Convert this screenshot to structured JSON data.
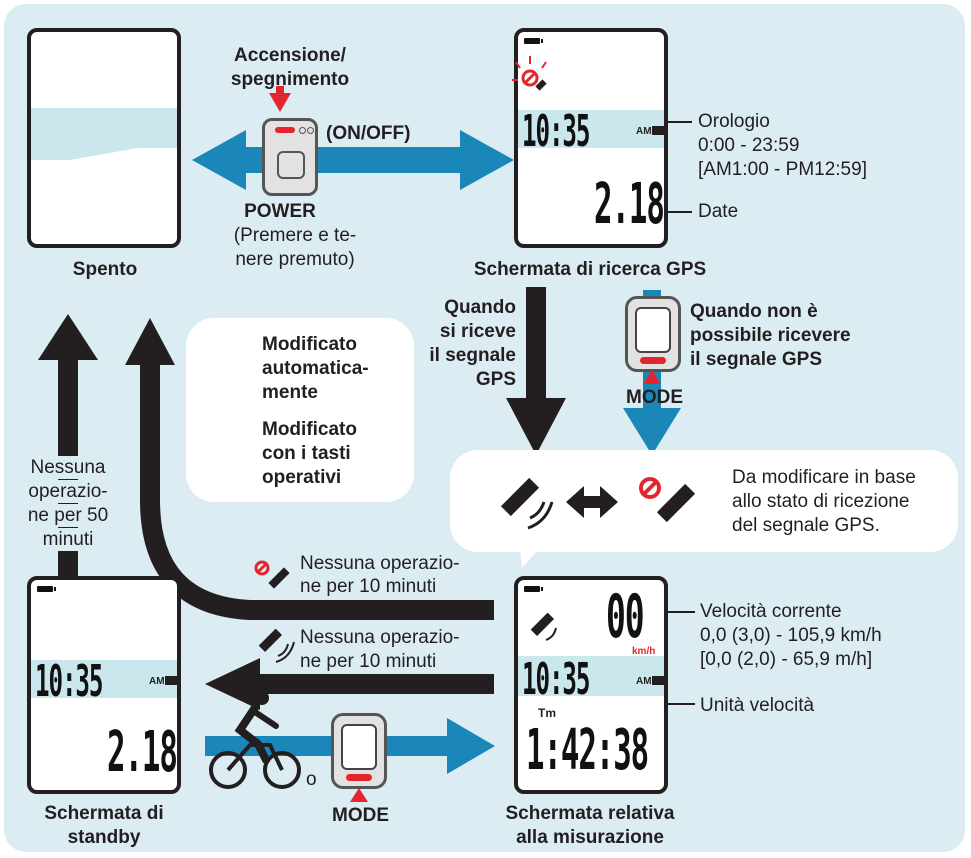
{
  "labels": {
    "accensione_line1": "Accensione/",
    "accensione_line2": "spegnimento",
    "on_off": "(ON/OFF)",
    "power": "POWER",
    "premere_line1": "(Premere e te-",
    "premere_line2": "nere premuto)",
    "spento": "Spento",
    "gps_search_screen": "Schermata di ricerca GPS",
    "orologio_line1": "Orologio",
    "orologio_line2": "0:00 - 23:59",
    "orologio_line3": "[AM1:00 - PM12:59]",
    "date": "Date",
    "quando_line1": "Quando",
    "quando_line2": "si riceve",
    "quando_line3": "il segnale",
    "quando_line4": "GPS",
    "non_line1": "Quando non è",
    "non_line2": "possibile ricevere",
    "non_line3": "il segnale GPS",
    "mode_top": "MODE",
    "mode_bottom": "MODE",
    "legend_auto_1": "Modificato",
    "legend_auto_2": "automatica-",
    "legend_auto_3": "mente",
    "legend_manual_1": "Modificato",
    "legend_manual_2": "con i tasti",
    "legend_manual_3": "operativi",
    "nessuna50_1": "Nessuna",
    "nessuna50_2": "operazio-",
    "nessuna50_3": "ne per 50",
    "nessuna50_4": "minuti",
    "gps_change_1": "Da modificare in base",
    "gps_change_2": "allo stato di ricezione",
    "gps_change_3": "del segnale GPS.",
    "nessuna10a_1": "Nessuna operazio-",
    "nessuna10a_2": "ne per 10 minuti",
    "nessuna10b_1": "Nessuna operazio-",
    "nessuna10b_2": "ne per 10 minuti",
    "velocita_1": "Velocità corrente",
    "velocita_2": "0,0 (3,0) - 105,9 km/h",
    "velocita_3": "[0,0 (2,0) - 65,9 m/h]",
    "unita": "Unità velocità",
    "o": "o",
    "standby_1": "Schermata di",
    "standby_2": "standby",
    "misura_1": "Schermata relativa",
    "misura_2": "alla misurazione"
  },
  "screens": {
    "gps_time": "10:35",
    "gps_date": "2.18",
    "ampm": "AM",
    "standby_time": "10:35",
    "standby_date": "2.18",
    "meas_speed": "00",
    "meas_unit": "km/h",
    "meas_time": "10:35",
    "meas_tm": "Tm",
    "meas_timer": "1:42:38"
  },
  "colors": {
    "background": "#dcecf3",
    "blue_arrow": "#1a87b8",
    "black_arrow": "#231f20",
    "red": "#e3262d",
    "lcd_band": "#cbe7ee"
  }
}
